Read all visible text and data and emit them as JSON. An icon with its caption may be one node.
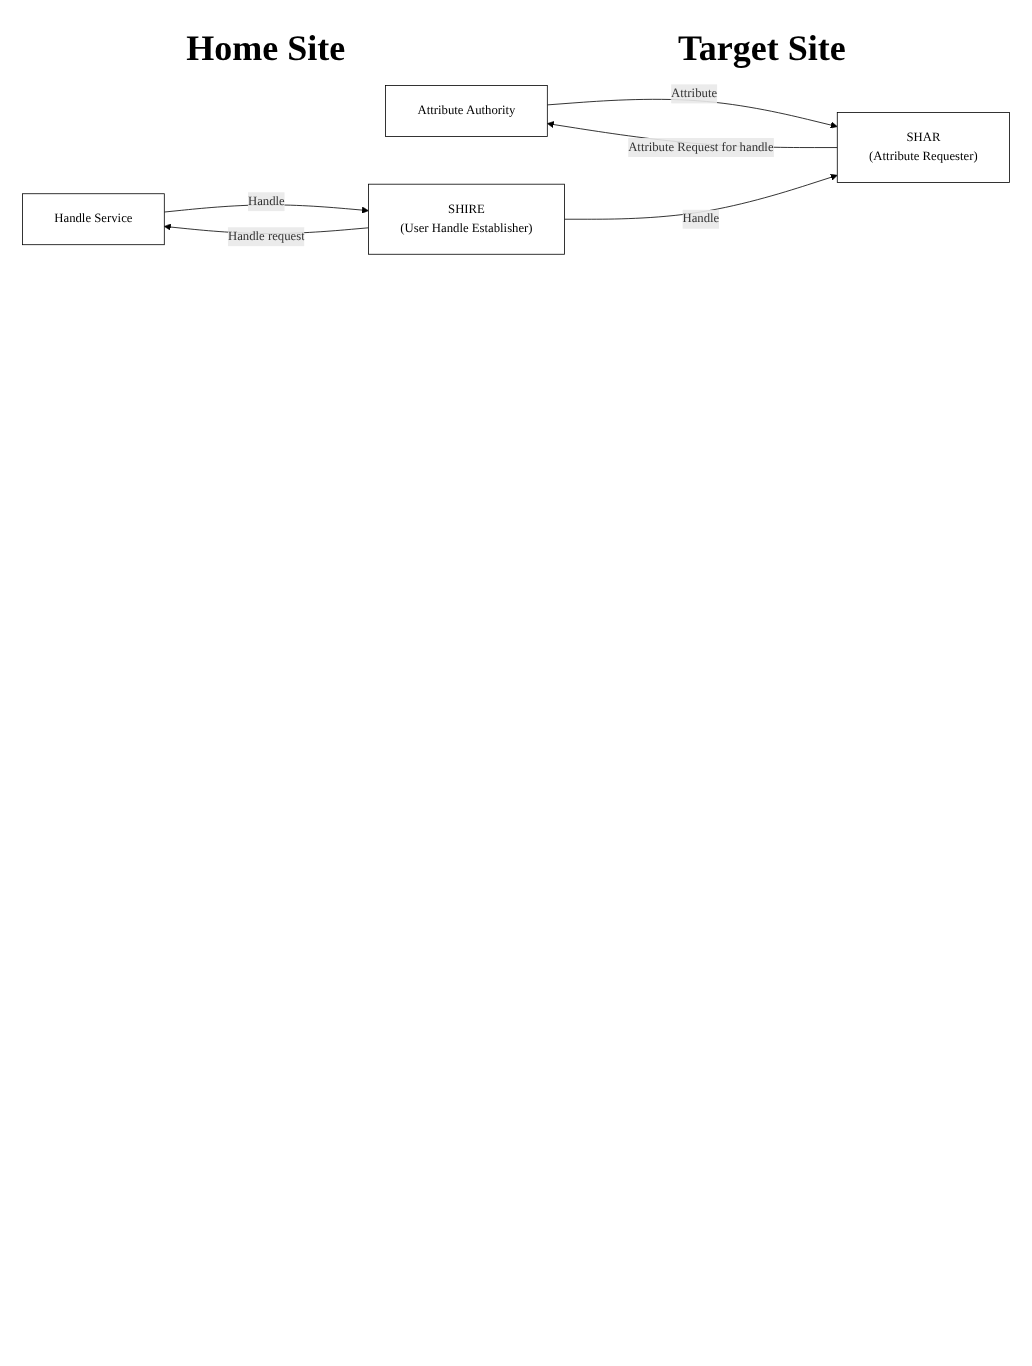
{
  "diagram": {
    "nodes": [
      {
        "text": [
          "Attribute Authority"
        ]
      },
      {
        "text": [
          "SHAR",
          "(Attribute Requester)"
        ]
      },
      {
        "text": [
          "Handle Service"
        ]
      },
      {
        "text": [
          "SHIRE",
          "(User Handle Establisher)"
        ]
      }
    ],
    "edges": [
      {
        "from": 1,
        "to": 0,
        "arrow": "to",
        "label": "Attribute Request for handle"
      },
      {
        "from": 0,
        "to": 1,
        "arrow": "to",
        "label": "Attribute"
      },
      {
        "from": 3,
        "to": 1,
        "arrow": "to",
        "label": "Handle"
      },
      {
        "from": 3,
        "to": 2,
        "arrow": "to",
        "label": "Handle request"
      },
      {
        "from": 2,
        "to": 3,
        "arrow": "to",
        "label": "Handle"
      }
    ],
    "labels": [
      "Home Site",
      "Target Site"
    ]
  }
}
